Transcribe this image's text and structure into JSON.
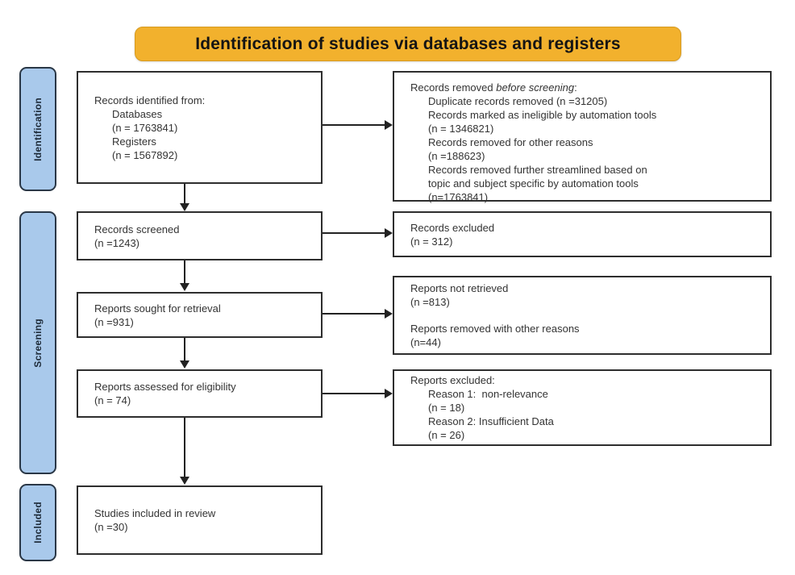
{
  "title": "Identification of studies via databases and registers",
  "colors": {
    "banner_bg": "#F2B12D",
    "stage_bg": "#A9C9EB",
    "stage_border": "#2A3746",
    "box_border": "#2E2E2E",
    "text": "#333333"
  },
  "stages": {
    "identification": "Identification",
    "screening": "Screening",
    "included": "Included"
  },
  "boxes": {
    "identified": {
      "lines": [
        "Records identified from:",
        "Databases",
        "(n = 1763841)",
        "Registers",
        "(n = 1567892)"
      ]
    },
    "removed_before_screening": {
      "heading_prefix": "Records removed ",
      "heading_italic": "before screening",
      "heading_suffix": ":",
      "lines": [
        "Duplicate records removed (n =31205)",
        "Records marked as ineligible by automation tools",
        "(n = 1346821)",
        "Records removed for other reasons",
        "(n =188623)",
        "Records removed further streamlined based on",
        "topic and subject specific by automation tools",
        "(n=1763841)"
      ]
    },
    "screened": {
      "lines": [
        "Records screened",
        "(n =1243)"
      ]
    },
    "records_excluded": {
      "lines": [
        "Records excluded",
        "(n = 312)"
      ]
    },
    "sought": {
      "lines": [
        "Reports sought for retrieval",
        "(n =931)"
      ]
    },
    "not_retrieved": {
      "lines": [
        "Reports not retrieved",
        "(n =813)",
        "Reports removed with other reasons",
        "(n=44)"
      ]
    },
    "assessed": {
      "lines": [
        "Reports assessed for eligibility",
        "(n = 74)"
      ]
    },
    "reports_excluded": {
      "lines": [
        "Reports excluded:",
        "Reason 1:  non-relevance",
        "(n = 18)",
        "Reason 2: Insufficient Data",
        "(n = 26)"
      ]
    },
    "included": {
      "lines": [
        "Studies included in review",
        "(n =30)"
      ]
    }
  }
}
